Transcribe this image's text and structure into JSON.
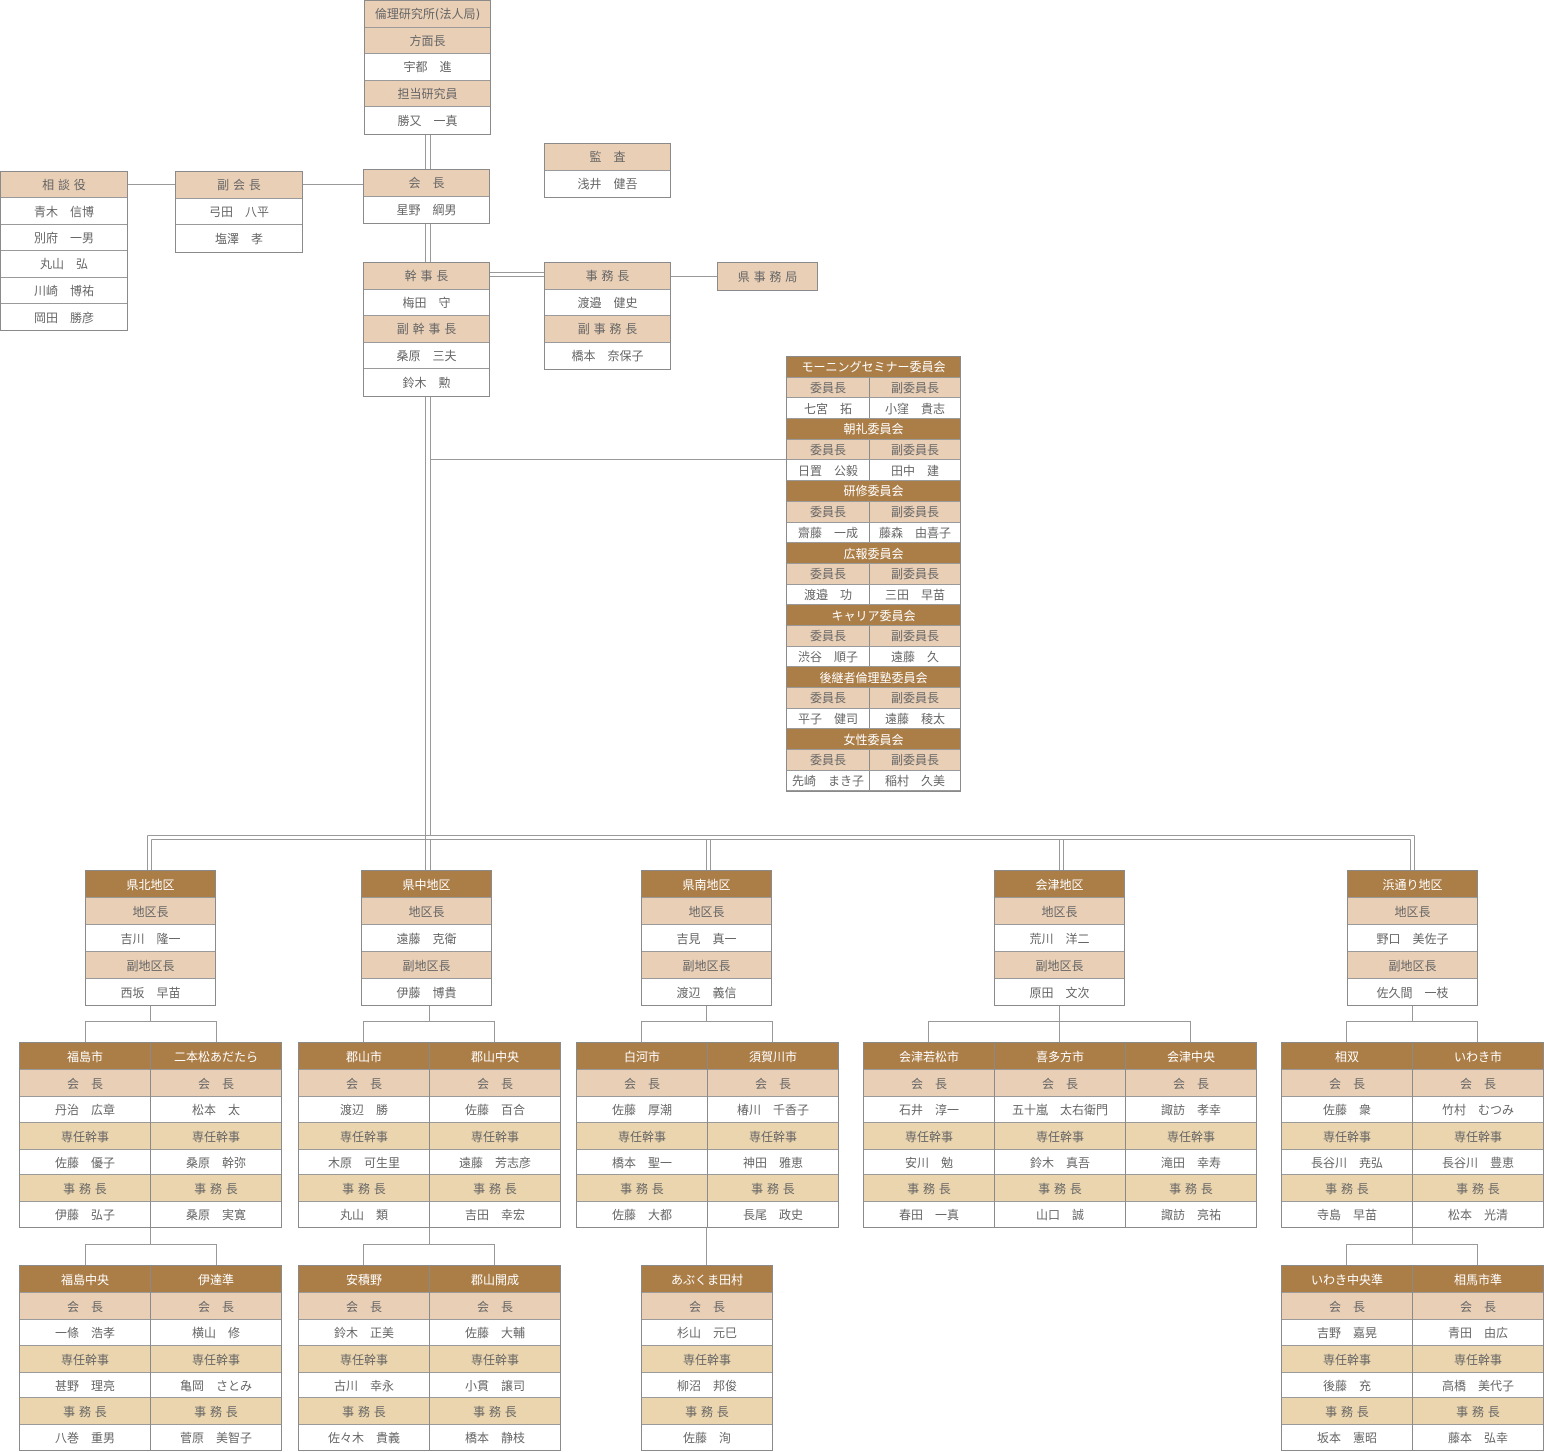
{
  "colors": {
    "header": "#ab7d47",
    "role": "#e9cfb6",
    "role_alt": "#ebd5ae",
    "line": "#999999",
    "text": "#666666"
  },
  "top": {
    "institute": {
      "rows": [
        [
          "倫理研究所(法人局)",
          "role"
        ],
        [
          "方面長",
          "role"
        ],
        [
          "宇都　進",
          "name"
        ],
        [
          "担当研究員",
          "role"
        ],
        [
          "勝又　一真",
          "name"
        ]
      ]
    },
    "auditor": {
      "rows": [
        [
          "監　査",
          "role"
        ],
        [
          "浅井　健吾",
          "name"
        ]
      ]
    },
    "advisors": {
      "rows": [
        [
          "相 談 役",
          "role"
        ],
        [
          "青木　信博",
          "name"
        ],
        [
          "別府　一男",
          "name"
        ],
        [
          "丸山　弘",
          "name"
        ],
        [
          "川崎　博祐",
          "name"
        ],
        [
          "岡田　勝彦",
          "name"
        ]
      ]
    },
    "vice_chairs": {
      "rows": [
        [
          "副 会 長",
          "role"
        ],
        [
          "弓田　八平",
          "name"
        ],
        [
          "塩澤　孝",
          "name"
        ]
      ]
    },
    "chairman": {
      "rows": [
        [
          "会　長",
          "role"
        ],
        [
          "星野　綱男",
          "name"
        ]
      ]
    },
    "secretary_general": {
      "rows": [
        [
          "幹 事 長",
          "role"
        ],
        [
          "梅田　守",
          "name"
        ],
        [
          "副 幹 事 長",
          "role"
        ],
        [
          "桑原　三夫",
          "name"
        ],
        [
          "鈴木　勲",
          "name"
        ]
      ]
    },
    "office_manager": {
      "rows": [
        [
          "事 務 長",
          "role"
        ],
        [
          "渡邉　健史",
          "name"
        ],
        [
          "副 事 務 長",
          "role"
        ],
        [
          "橋本　奈保子",
          "name"
        ]
      ]
    },
    "pref_office": {
      "rows": [
        [
          "県 事 務 局",
          "role"
        ]
      ]
    }
  },
  "committee_labels": {
    "chair": "委員長",
    "vice": "副委員長"
  },
  "committees": [
    {
      "name": "モーニングセミナー委員会",
      "chair": "七宮　拓",
      "vice": "小窪　貴志"
    },
    {
      "name": "朝礼委員会",
      "chair": "日置　公毅",
      "vice": "田中　建"
    },
    {
      "name": "研修委員会",
      "chair": "齋藤　一成",
      "vice": "藤森　由喜子"
    },
    {
      "name": "広報委員会",
      "chair": "渡邉　功",
      "vice": "三田　早苗"
    },
    {
      "name": "キャリア委員会",
      "chair": "渋谷　順子",
      "vice": "遠藤　久"
    },
    {
      "name": "後継者倫理塾委員会",
      "chair": "平子　健司",
      "vice": "遠藤　稜太"
    },
    {
      "name": "女性委員会",
      "chair": "先崎　まき子",
      "vice": "稲村　久美"
    }
  ],
  "district_labels": {
    "head": "地区長",
    "deputy": "副地区長"
  },
  "club_labels": {
    "president": "会　長",
    "secretary": "専任幹事",
    "manager": "事 務 長"
  },
  "districts": [
    {
      "name": "県北地区",
      "head": "吉川　隆一",
      "deputy": "西坂　早苗",
      "clubs": [
        [
          {
            "name": "福島市",
            "president": "丹治　広章",
            "secretary": "佐藤　優子",
            "manager": "伊藤　弘子"
          },
          {
            "name": "二本松あだたら",
            "president": "松本　太",
            "secretary": "桑原　幹弥",
            "manager": "桑原　実寛"
          }
        ],
        [
          {
            "name": "福島中央",
            "president": "一條　浩孝",
            "secretary": "甚野　理亮",
            "manager": "八巻　重男"
          },
          {
            "name": "伊達準",
            "president": "横山　修",
            "secretary": "亀岡　さとみ",
            "manager": "菅原　美智子"
          }
        ]
      ]
    },
    {
      "name": "県中地区",
      "head": "遠藤　克衛",
      "deputy": "伊藤　博貴",
      "clubs": [
        [
          {
            "name": "郡山市",
            "president": "渡辺　勝",
            "secretary": "木原　可生里",
            "manager": "丸山　類"
          },
          {
            "name": "郡山中央",
            "president": "佐藤　百合",
            "secretary": "遠藤　芳志彦",
            "manager": "吉田　幸宏"
          }
        ],
        [
          {
            "name": "安積野",
            "president": "鈴木　正美",
            "secretary": "古川　幸永",
            "manager": "佐々木　貴義"
          },
          {
            "name": "郡山開成",
            "president": "佐藤　大輔",
            "secretary": "小貫　譲司",
            "manager": "橋本　静枝"
          }
        ]
      ]
    },
    {
      "name": "県南地区",
      "head": "吉見　真一",
      "deputy": "渡辺　義信",
      "clubs": [
        [
          {
            "name": "白河市",
            "president": "佐藤　厚潮",
            "secretary": "橋本　聖一",
            "manager": "佐藤　大都"
          },
          {
            "name": "須賀川市",
            "president": "椿川　千香子",
            "secretary": "神田　雅恵",
            "manager": "長尾　政史"
          }
        ],
        [
          {
            "name": "あぶくま田村",
            "president": "杉山　元巳",
            "secretary": "柳沼　邦俊",
            "manager": "佐藤　洵"
          }
        ]
      ]
    },
    {
      "name": "会津地区",
      "head": "荒川　洋二",
      "deputy": "原田　文次",
      "clubs": [
        [
          {
            "name": "会津若松市",
            "president": "石井　淳一",
            "secretary": "安川　勉",
            "manager": "春田　一真"
          },
          {
            "name": "喜多方市",
            "president": "五十嵐　太右衛門",
            "secretary": "鈴木　真吾",
            "manager": "山口　誠"
          },
          {
            "name": "会津中央",
            "president": "諏訪　孝幸",
            "secretary": "滝田　幸寿",
            "manager": "諏訪　亮祐"
          }
        ]
      ]
    },
    {
      "name": "浜通り地区",
      "head": "野口　美佐子",
      "deputy": "佐久間　一枝",
      "clubs": [
        [
          {
            "name": "相双",
            "president": "佐藤　衆",
            "secretary": "長谷川　尭弘",
            "manager": "寺島　早苗"
          },
          {
            "name": "いわき市",
            "president": "竹村　むつみ",
            "secretary": "長谷川　豊恵",
            "manager": "松本　光清"
          }
        ],
        [
          {
            "name": "いわき中央準",
            "president": "吉野　嘉晃",
            "secretary": "後藤　充",
            "manager": "坂本　憲昭"
          },
          {
            "name": "相馬市準",
            "president": "青田　由広",
            "secretary": "高橋　美代子",
            "manager": "藤本　弘幸"
          }
        ]
      ]
    }
  ]
}
